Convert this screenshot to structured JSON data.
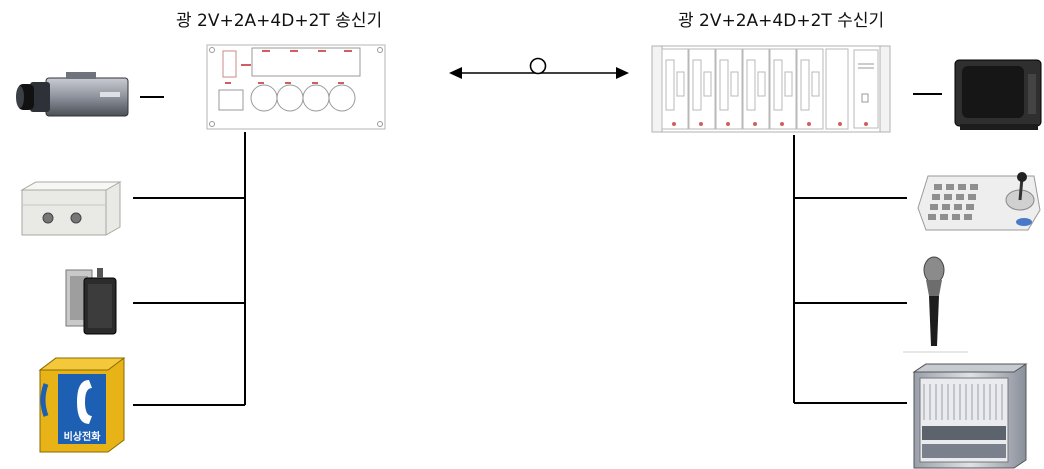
{
  "transmitter": {
    "title": "광 2V+2A+4D+2T 송신기"
  },
  "receiver": {
    "title": "광 2V+2A+4D+2T 수신기"
  },
  "devices": {
    "tx": [
      "cctv-camera",
      "junction-box",
      "speaker",
      "emergency-phone"
    ],
    "rx": [
      "crt-monitor",
      "ptz-controller",
      "microphone",
      "equipment-rack"
    ]
  },
  "emergency_phone_sign": "비상전화",
  "link": {
    "type": "optical-fiber",
    "direction": "bidirectional"
  }
}
